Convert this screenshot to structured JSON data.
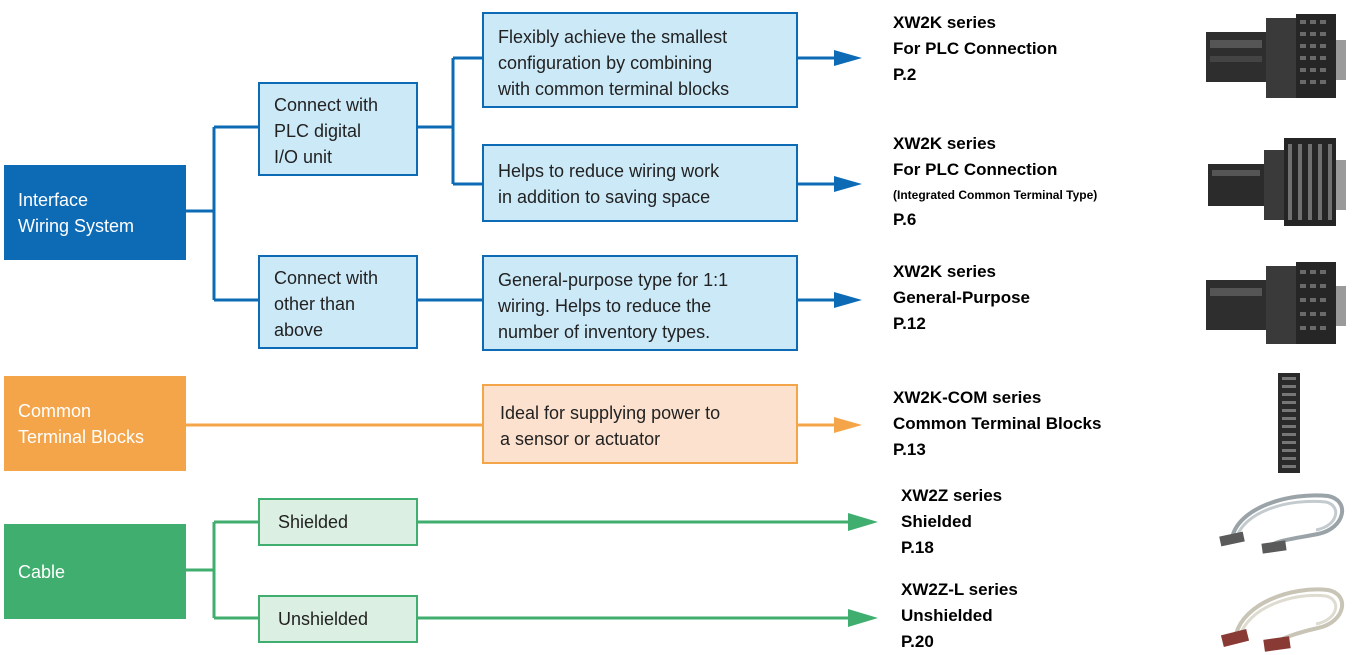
{
  "categories": {
    "interface": "Interface\nWiring System",
    "common": "Common\nTerminal Blocks",
    "cable": "Cable"
  },
  "sub": {
    "plc": "Connect with\nPLC digital\nI/O unit",
    "other": "Connect with\nother than\nabove",
    "shielded": "Shielded",
    "unshielded": "Unshielded"
  },
  "desc": {
    "d1": "Flexibly achieve the smallest\nconfiguration by combining\nwith common terminal blocks",
    "d2": "Helps to reduce wiring work\nin addition to saving space",
    "d3": "General-purpose type for 1:1\nwiring. Helps to reduce the\nnumber of inventory types.",
    "d4": "Ideal for supplying power to\na sensor or actuator"
  },
  "products": [
    {
      "series": "XW2K series",
      "type": "For PLC Connection",
      "note": "",
      "page": "P.2"
    },
    {
      "series": "XW2K series",
      "type": "For PLC Connection",
      "note": "(Integrated Common Terminal Type)",
      "page": "P.6"
    },
    {
      "series": "XW2K series",
      "type": "General-Purpose",
      "note": "",
      "page": "P.12"
    },
    {
      "series": "XW2K-COM series",
      "type": "Common Terminal Blocks",
      "note": "",
      "page": "P.13"
    },
    {
      "series": "XW2Z series",
      "type": "Shielded",
      "note": "",
      "page": "P.18"
    },
    {
      "series": "XW2Z-L series",
      "type": "Unshielded",
      "note": "",
      "page": "P.20"
    }
  ],
  "colors": {
    "blue": "#0d6bb5",
    "light_blue": "#cce9f8",
    "orange": "#f4a54a",
    "light_orange": "#fde1cf",
    "green": "#3fae6e",
    "light_green": "#dbefe2"
  },
  "icons": [
    "terminal-block-icon",
    "terminal-block-common-icon",
    "terminal-block-general-icon",
    "common-terminal-strip-icon",
    "shielded-cable-icon",
    "unshielded-cable-icon"
  ]
}
